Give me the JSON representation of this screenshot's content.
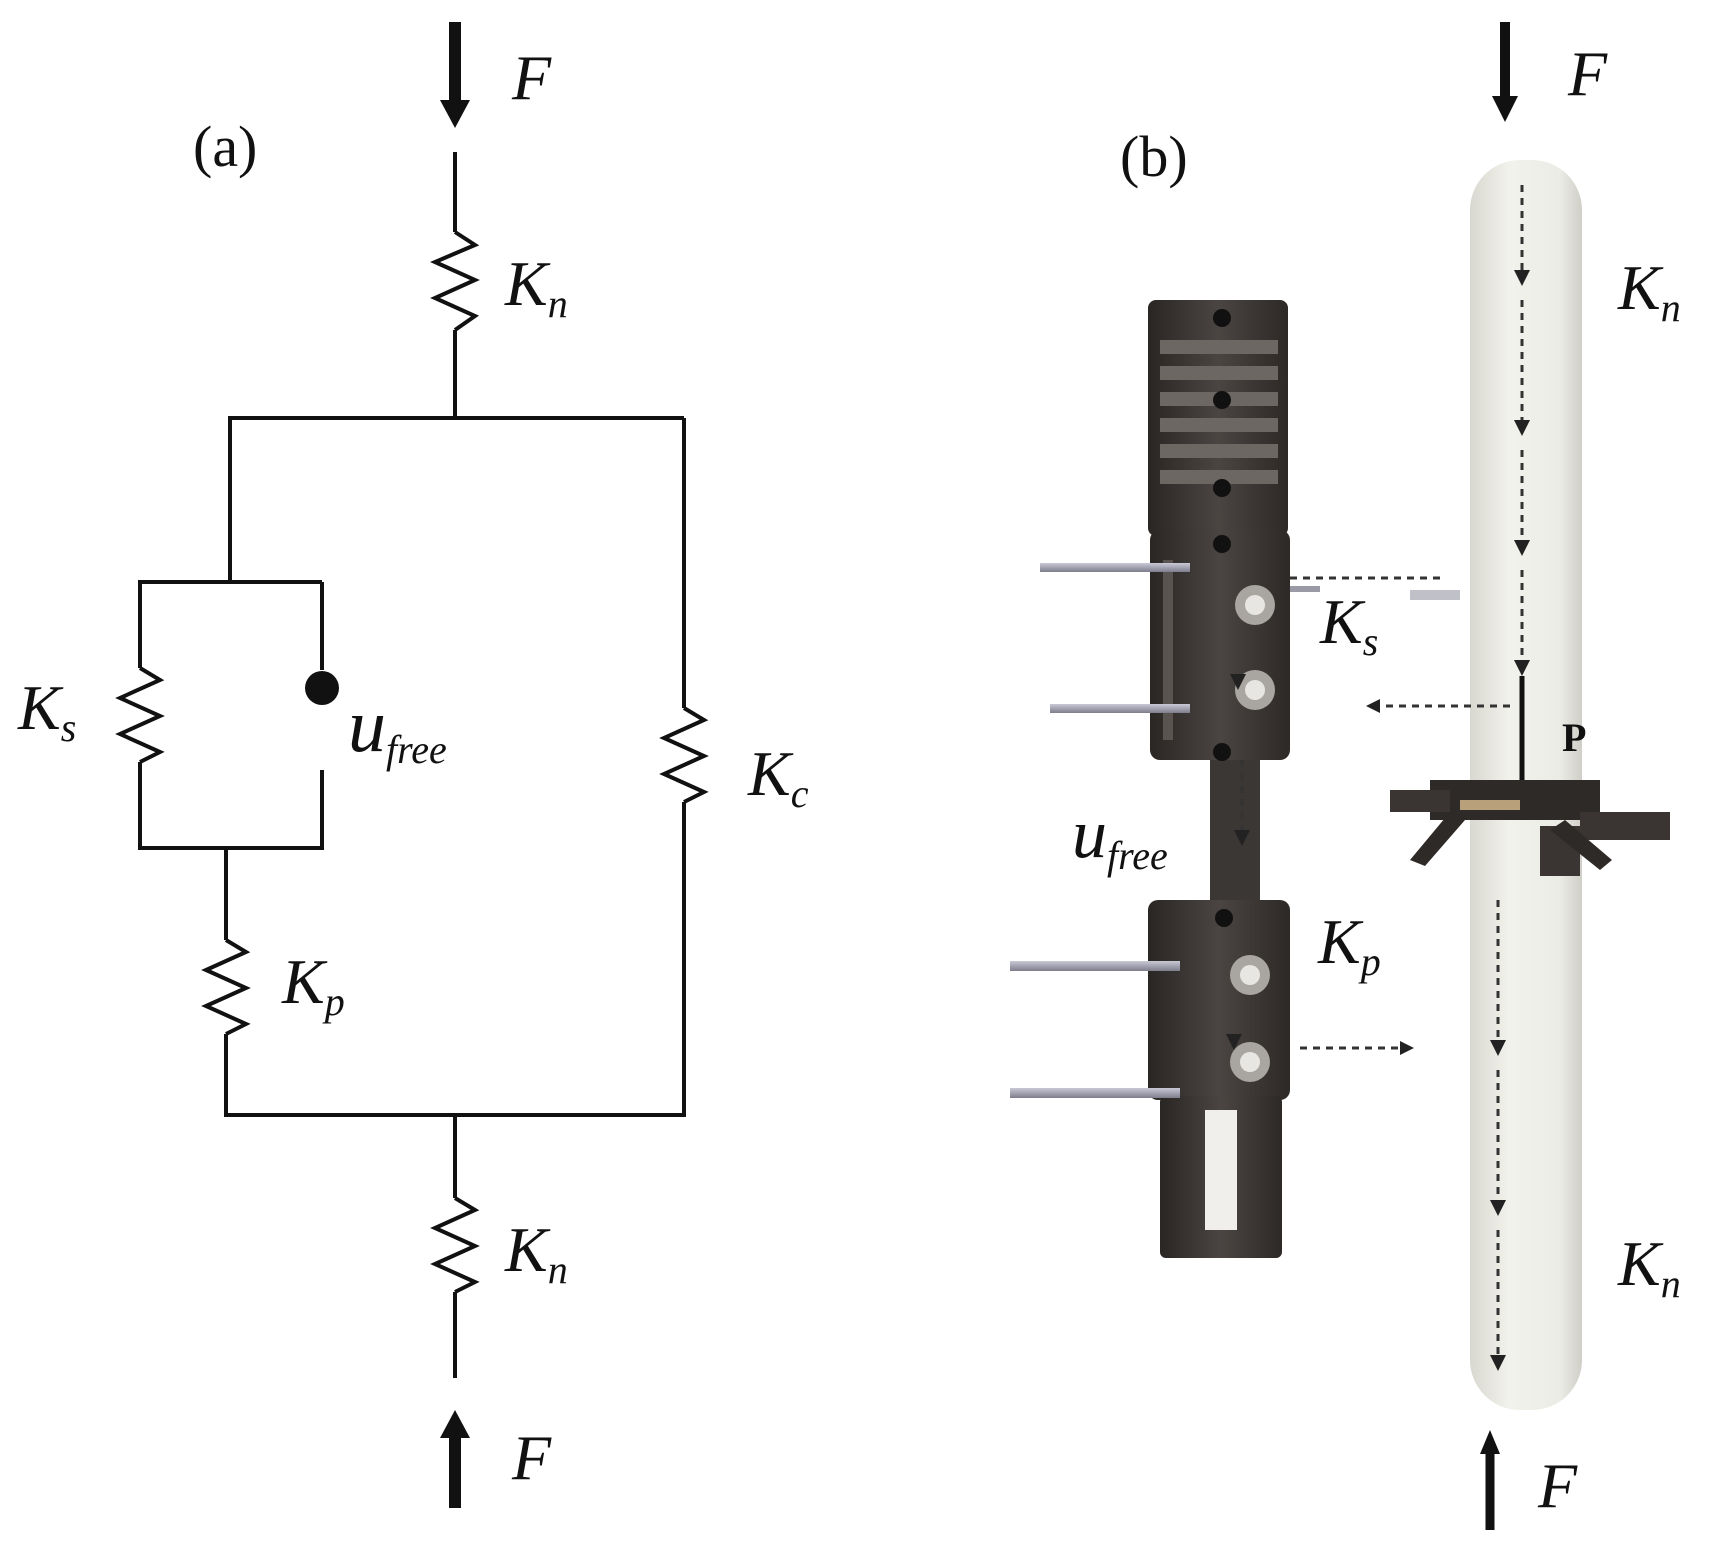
{
  "panel_a": {
    "title": "(a)",
    "force_top": "F",
    "force_bottom": "F",
    "spring_top": {
      "symbol": "K",
      "sub": "n"
    },
    "spring_bottom": {
      "symbol": "K",
      "sub": "n"
    },
    "spring_s": {
      "symbol": "K",
      "sub": "s"
    },
    "spring_p": {
      "symbol": "K",
      "sub": "p"
    },
    "spring_c": {
      "symbol": "K",
      "sub": "c"
    },
    "gap": {
      "symbol": "u",
      "sub": "free"
    }
  },
  "panel_b": {
    "title": "(b)",
    "force_top": "F",
    "force_bottom": "F",
    "kn_top": {
      "symbol": "K",
      "sub": "n"
    },
    "kn_bottom": {
      "symbol": "K",
      "sub": "n"
    },
    "ks": {
      "symbol": "K",
      "sub": "s"
    },
    "kp": {
      "symbol": "K",
      "sub": "p"
    },
    "ufree": {
      "symbol": "u",
      "sub": "free"
    },
    "load_point": "P"
  },
  "colors": {
    "line": "#111111",
    "bone": "#eeeee8",
    "fixator": "#3b3735",
    "pin": "#8f8f9c"
  }
}
